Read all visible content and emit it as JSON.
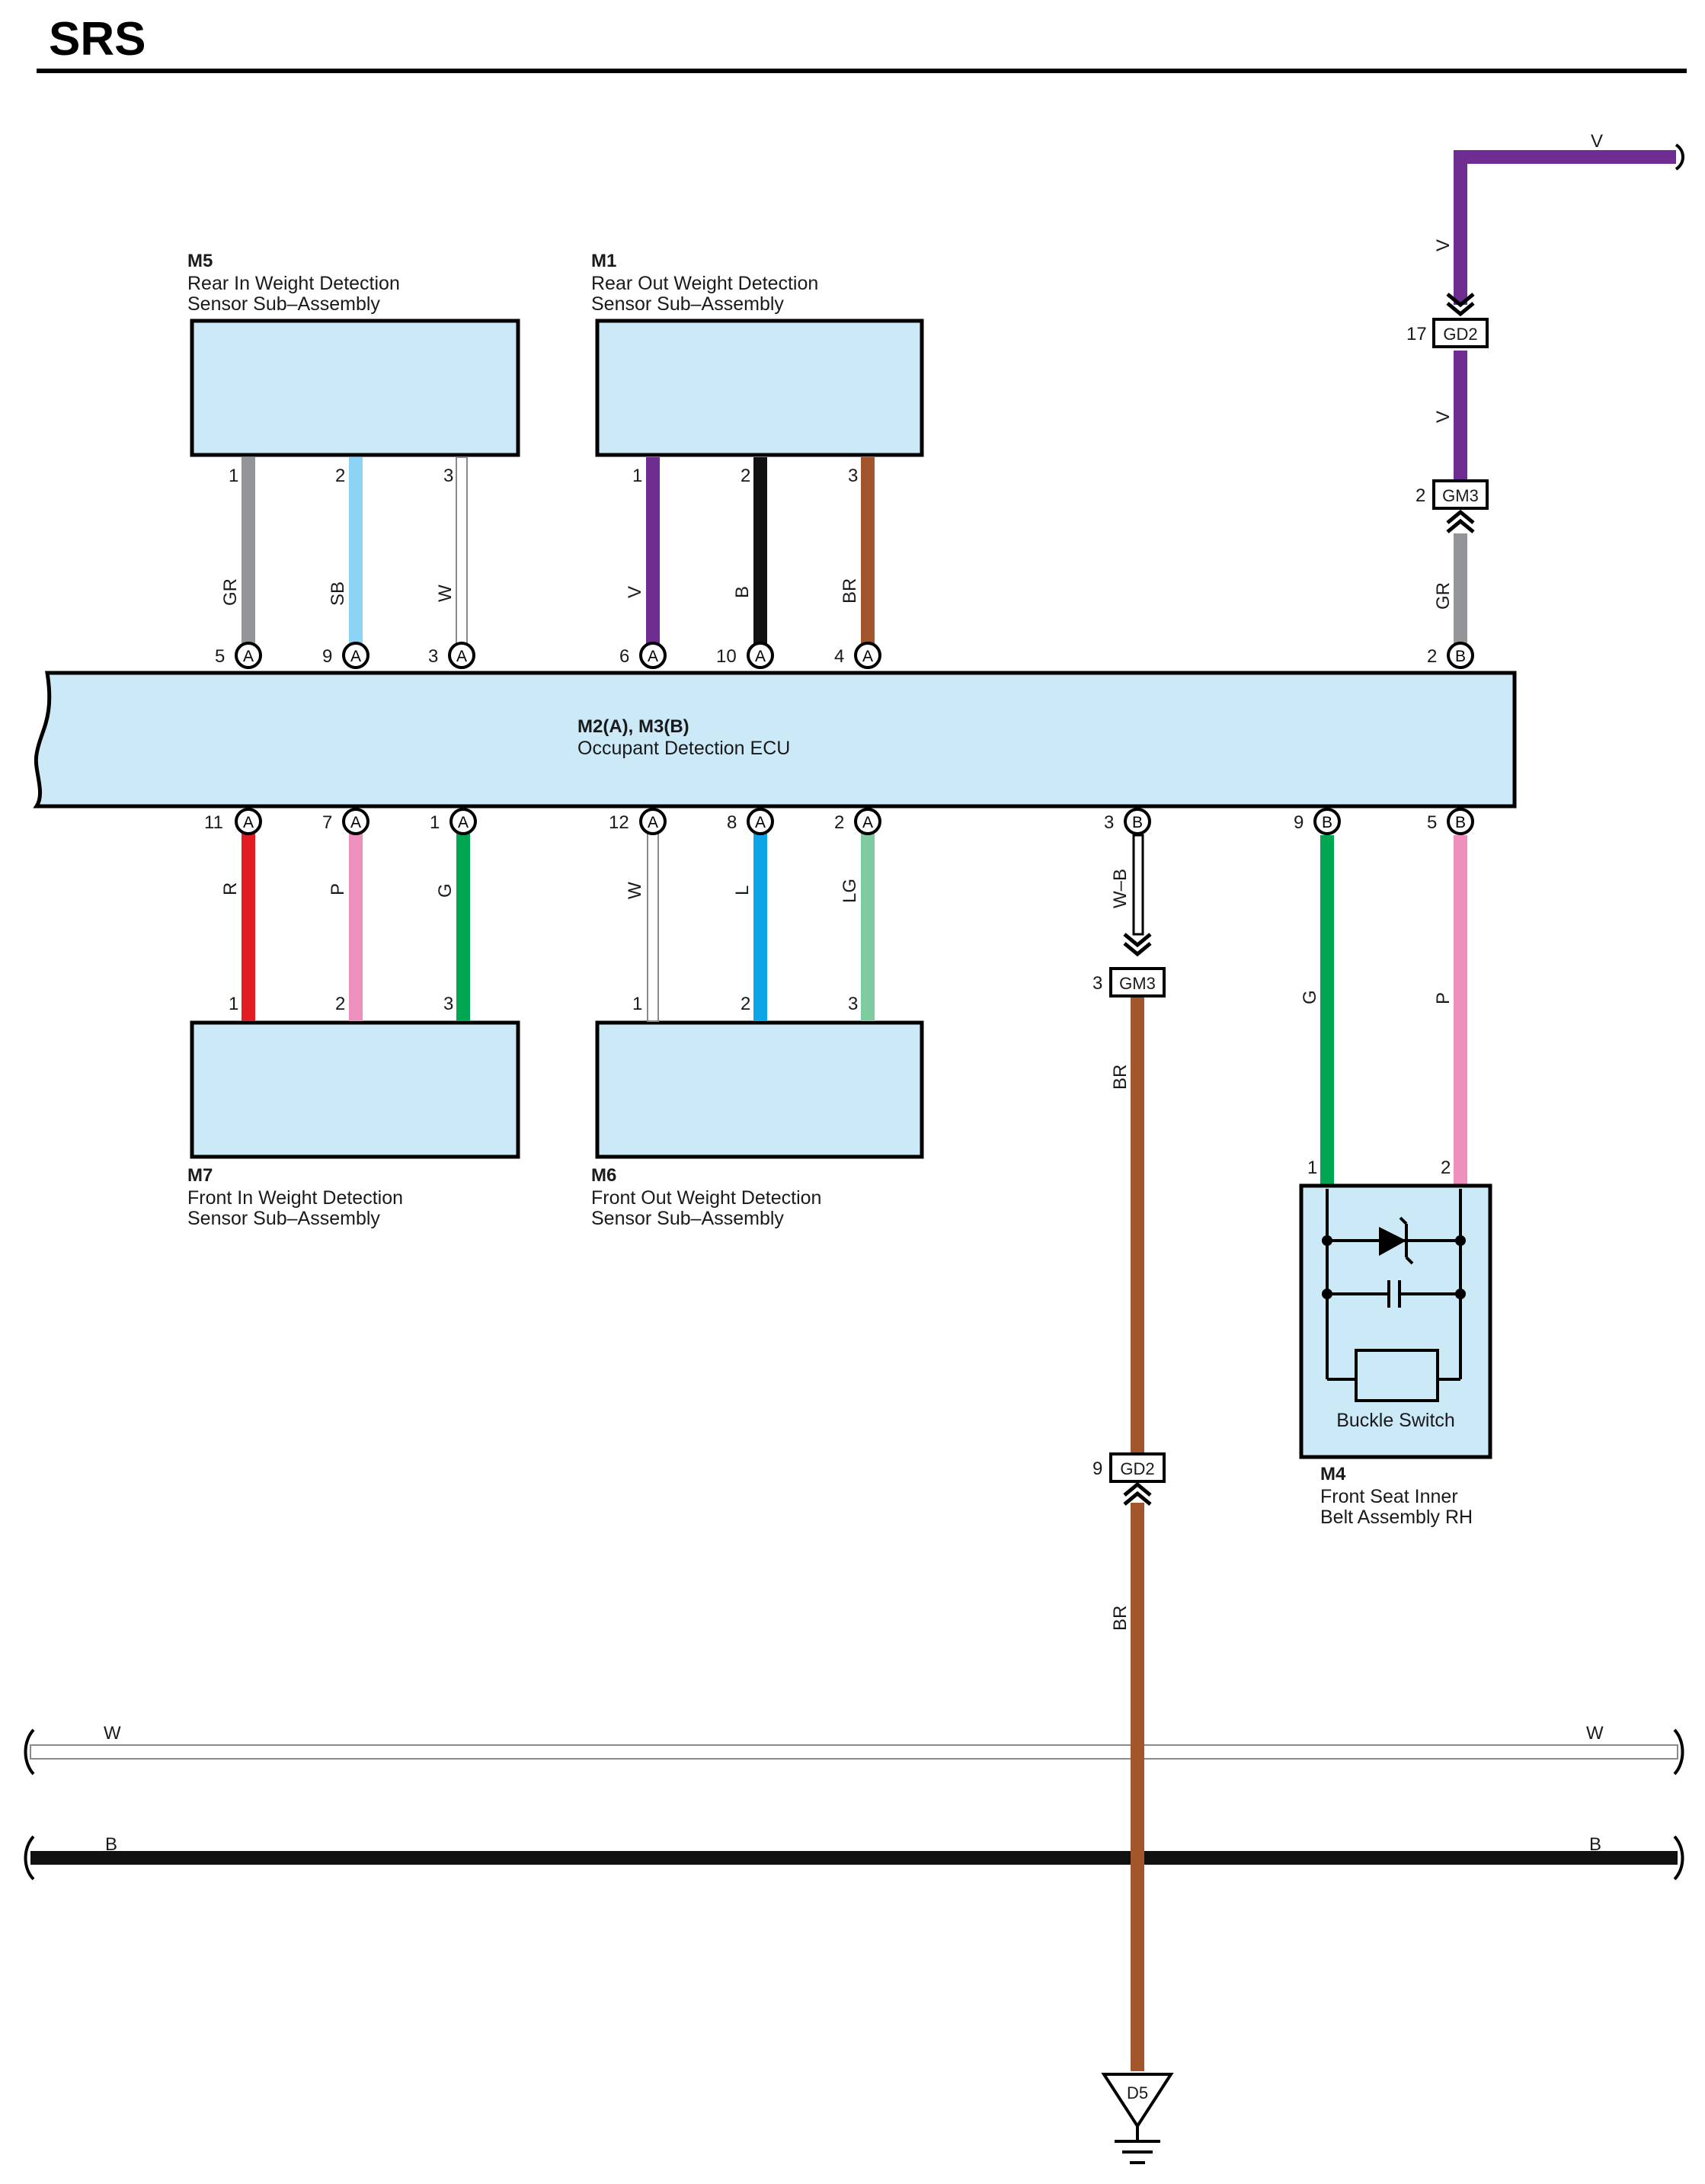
{
  "title": "SRS",
  "colors": {
    "panel_fill": "#cce9f8",
    "GR": "#939598",
    "SB": "#8dd3f6",
    "W": "#ffffff",
    "V": "#6f2c91",
    "B": "#111111",
    "BR": "#a3552c",
    "R": "#e31b23",
    "P": "#ef8fbd",
    "G": "#00a651",
    "L": "#0ba5e8",
    "LG": "#7fcba0"
  },
  "components": {
    "m5": {
      "code": "M5",
      "name_line1": "Rear In Weight Detection",
      "name_line2": "Sensor Sub–Assembly"
    },
    "m1": {
      "code": "M1",
      "name_line1": "Rear Out Weight Detection",
      "name_line2": "Sensor Sub–Assembly"
    },
    "ecu": {
      "code": "M2(A), M3(B)",
      "name": "Occupant Detection ECU"
    },
    "m7": {
      "code": "M7",
      "name_line1": "Front In Weight Detection",
      "name_line2": "Sensor Sub–Assembly"
    },
    "m6": {
      "code": "M6",
      "name_line1": "Front Out Weight Detection",
      "name_line2": "Sensor Sub–Assembly"
    },
    "m4": {
      "code": "M4",
      "name_line1": "Front Seat Inner",
      "name_line2": "Belt Assembly RH",
      "inner_label": "Buckle Switch"
    }
  },
  "wires": {
    "m5_1": {
      "color_code": "GR",
      "sensor_pin": "1",
      "ecu_pin": "5",
      "ecu_conn": "A"
    },
    "m5_2": {
      "color_code": "SB",
      "sensor_pin": "2",
      "ecu_pin": "9",
      "ecu_conn": "A"
    },
    "m5_3": {
      "color_code": "W",
      "sensor_pin": "3",
      "ecu_pin": "3",
      "ecu_conn": "A"
    },
    "m1_1": {
      "color_code": "V",
      "sensor_pin": "1",
      "ecu_pin": "6",
      "ecu_conn": "A"
    },
    "m1_2": {
      "color_code": "B",
      "sensor_pin": "2",
      "ecu_pin": "10",
      "ecu_conn": "A"
    },
    "m1_3": {
      "color_code": "BR",
      "sensor_pin": "3",
      "ecu_pin": "4",
      "ecu_conn": "A"
    },
    "m7_1": {
      "color_code": "R",
      "sensor_pin": "1",
      "ecu_pin": "11",
      "ecu_conn": "A"
    },
    "m7_2": {
      "color_code": "P",
      "sensor_pin": "2",
      "ecu_pin": "7",
      "ecu_conn": "A"
    },
    "m7_3": {
      "color_code": "G",
      "sensor_pin": "3",
      "ecu_pin": "1",
      "ecu_conn": "A"
    },
    "m6_1": {
      "color_code": "W",
      "sensor_pin": "1",
      "ecu_pin": "12",
      "ecu_conn": "A"
    },
    "m6_2": {
      "color_code": "L",
      "sensor_pin": "2",
      "ecu_pin": "8",
      "ecu_conn": "A"
    },
    "m6_3": {
      "color_code": "LG",
      "sensor_pin": "3",
      "ecu_pin": "2",
      "ecu_conn": "A"
    },
    "gnd_upper": {
      "color_code": "W–B",
      "ecu_pin": "3",
      "ecu_conn": "B"
    },
    "gnd_lower": {
      "color_code": "BR"
    },
    "gnd_lower2": {
      "color_code": "BR"
    },
    "m4_1": {
      "color_code": "G",
      "sensor_pin": "1",
      "ecu_pin": "9",
      "ecu_conn": "B"
    },
    "m4_2": {
      "color_code": "P",
      "sensor_pin": "2",
      "ecu_pin": "5",
      "ecu_conn": "B"
    },
    "pwr_top": {
      "color_code": "V"
    },
    "pwr_v1": {
      "color_code": "V"
    },
    "pwr_v2": {
      "color_code": "V"
    },
    "pwr_gr": {
      "color_code": "GR",
      "ecu_pin": "2",
      "ecu_conn": "B"
    }
  },
  "connectors": {
    "gd2_top": {
      "id": "GD2",
      "pin": "17"
    },
    "gm3_top": {
      "id": "GM3",
      "pin": "2"
    },
    "gm3_mid": {
      "id": "GM3",
      "pin": "3"
    },
    "gd2_mid": {
      "id": "GD2",
      "pin": "9"
    }
  },
  "ground": {
    "id": "D5"
  },
  "bus": {
    "w_left": "W",
    "w_right": "W",
    "b_left": "B",
    "b_right": "B"
  }
}
